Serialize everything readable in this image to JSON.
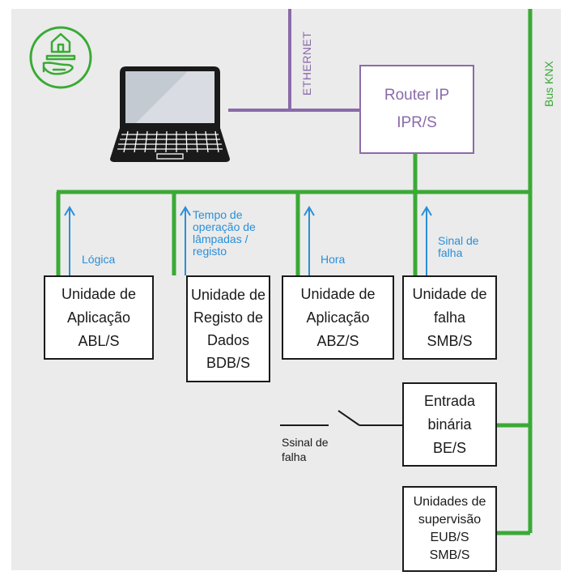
{
  "colors": {
    "bus": "#3aaa35",
    "ethernet": "#8a6ba8",
    "signal": "#2a8fd8",
    "box_border": "#1a1a1a",
    "background": "#ebebeb"
  },
  "labels": {
    "ethernet": "ETHERNET",
    "bus_knx": "Bus KNX",
    "switch_signal": [
      "Ssinal de",
      "falha"
    ]
  },
  "icons": {
    "logo": "house-on-hand-icon",
    "computer": "laptop-icon"
  },
  "router": {
    "lines": [
      "Router IP",
      "IPR/S"
    ]
  },
  "devices": [
    {
      "lines": [
        "Unidade de",
        "Aplicação",
        "ABL/S"
      ],
      "signal": [
        "Lógica"
      ]
    },
    {
      "lines": [
        "Unidade de",
        "Registo de",
        "Dados",
        "BDB/S"
      ],
      "signal": [
        "Tempo de",
        "operação de",
        "lâmpadas /",
        "registo"
      ]
    },
    {
      "lines": [
        "Unidade de",
        "Aplicação",
        "ABZ/S"
      ],
      "signal": [
        "Hora"
      ]
    },
    {
      "lines": [
        "Unidade de",
        "falha",
        "SMB/S"
      ],
      "signal": [
        "Sinal de",
        "falha"
      ]
    }
  ],
  "binary_input": {
    "lines": [
      "Entrada",
      "binária",
      "BE/S"
    ]
  },
  "supervision": {
    "lines": [
      "Unidades de",
      "supervisão",
      "EUB/S",
      "SMB/S"
    ]
  }
}
